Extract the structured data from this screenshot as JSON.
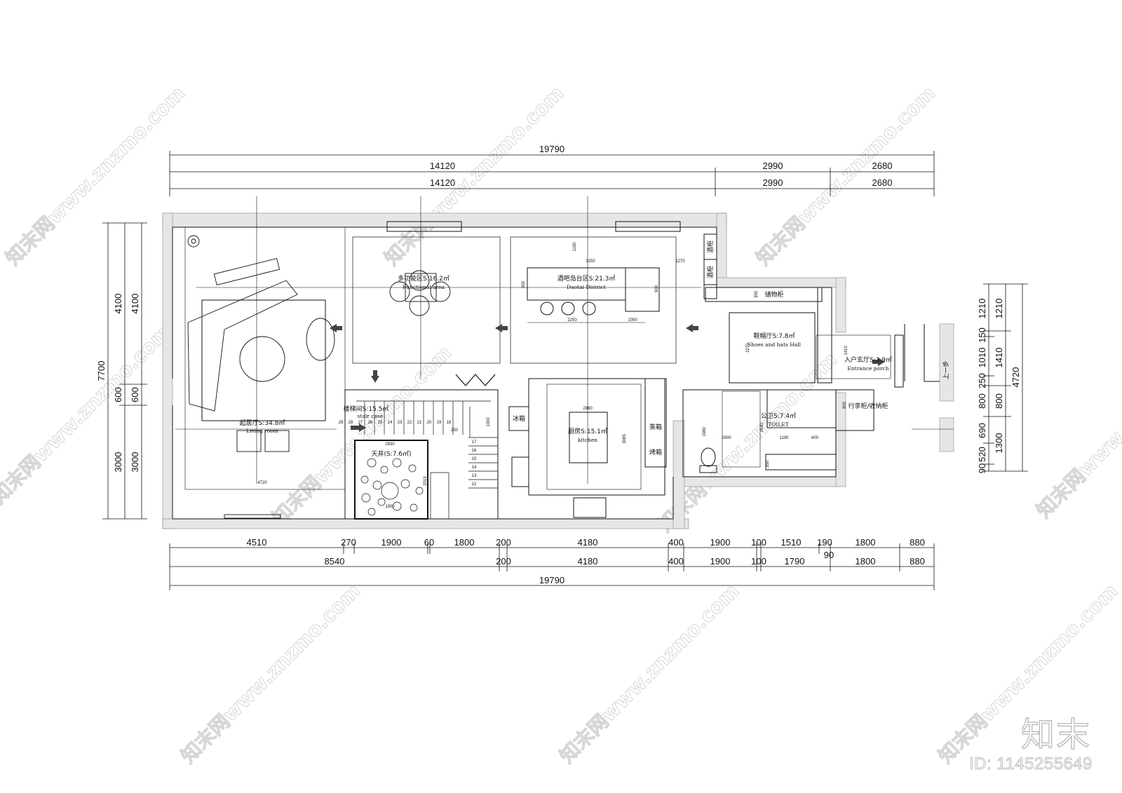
{
  "dimensions": {
    "top": {
      "total": "19790",
      "row2": [
        "14120",
        "2990",
        "2680"
      ],
      "row3": [
        "14120",
        "2990",
        "2680"
      ]
    },
    "bottom": {
      "row1": [
        "4510",
        "270",
        "1900",
        "60",
        "1800",
        "200",
        "4180",
        "400",
        "1900",
        "100",
        "1510",
        "190",
        "1800",
        "880"
      ],
      "row1_extra": "90",
      "row2": [
        "8540",
        "200",
        "4180",
        "400",
        "1900",
        "100",
        "1790",
        "1800",
        "880"
      ],
      "total": "19790"
    },
    "left": {
      "total": "7700",
      "outer": [
        "4100",
        "600",
        "3000"
      ],
      "inner": [
        "4100",
        "600",
        "3000"
      ]
    },
    "right": {
      "total": "4720",
      "outer": [
        "1210",
        "150",
        "1010",
        "250",
        "800",
        "690",
        "520",
        "90"
      ],
      "inner": [
        "1210",
        "1410",
        "800",
        "1300"
      ]
    }
  },
  "rooms": [
    {
      "cn": "起居厅S:34.8㎡",
      "en": "Living room"
    },
    {
      "cn": "多功能区S:16.2㎡",
      "en": "Functional area"
    },
    {
      "cn": "酒吧岛台区S:21.3㎡",
      "en": "Daotai District"
    },
    {
      "cn": "鞋帽厅S:7.8㎡",
      "en": "Shoes and hats Hall"
    },
    {
      "cn": "入户玄厅S:3.9㎡",
      "en": "Entrance porch"
    },
    {
      "cn": "楼梯间S:15.5㎡",
      "en": "stair case"
    },
    {
      "cn": "天井(S:7.6㎡)",
      "en": ""
    },
    {
      "cn": "厨房S:15.1㎡",
      "en": "kitchen"
    },
    {
      "cn": "公卫S:7.4㎡",
      "en": "TOILET"
    }
  ],
  "labels": {
    "wine_cabinet_1": "酒柜",
    "wine_cabinet_2": "酒柜",
    "storage_cabinet": "储物柜",
    "fridge": "冰箱",
    "steamer": "蒸箱",
    "oven": "烤箱",
    "luggage": "行李柜/收纳柜",
    "step_up": "上一步"
  },
  "small_dims": [
    "1150",
    "3250",
    "1270",
    "900",
    "900",
    "2250",
    "1000",
    "2270",
    "1410",
    "2980",
    "3085",
    "1000",
    "250",
    "2830",
    "1900",
    "2015",
    "4720",
    "1980",
    "1900",
    "1630",
    "1190",
    "600",
    "350",
    "800",
    "350"
  ],
  "stair_numbers": [
    "29",
    "28",
    "27",
    "26",
    "25",
    "24",
    "23",
    "22",
    "21",
    "20",
    "19",
    "18",
    "17",
    "16",
    "15",
    "14",
    "13",
    "12"
  ],
  "watermark": {
    "text": "知末网www.znzmo.com",
    "brand": "知末",
    "id": "ID: 1145255649"
  },
  "colors": {
    "wall_fill": "#e6e6e6",
    "line": "#111111",
    "watermark": "#d6d6d6"
  }
}
